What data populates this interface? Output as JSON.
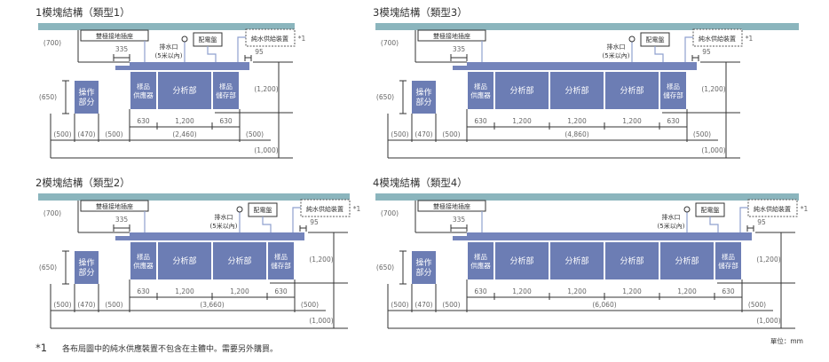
{
  "labels": {
    "h700": "(700)",
    "outlet": "雙極接地插座",
    "d335": "335",
    "drain": "排水口",
    "drain_note": "(5米以內)",
    "power": "配電盤",
    "water": "純水供給裝置",
    "note_mark": "*1",
    "d95": "95",
    "h650": "(650)",
    "h1200": "(1,200)",
    "h1000": "(1,000)",
    "operator": [
      "操作",
      "部分"
    ],
    "w500": "(500)",
    "w470": "(470)"
  },
  "modules": {
    "sampler": {
      "lines": [
        "樣品",
        "供應器"
      ],
      "dim": "630"
    },
    "analyzer": {
      "lines": [
        "分析部"
      ],
      "dim": "1,200"
    },
    "storage": {
      "lines": [
        "樣品",
        "儲存部"
      ],
      "dim": "630"
    }
  },
  "panels": [
    {
      "title": "1模塊結構（類型1）",
      "analyzers": 1,
      "total": "(2,460)"
    },
    {
      "title": "3模塊結構（類型3）",
      "analyzers": 3,
      "total": "(4,860)"
    },
    {
      "title": "2模塊結構（類型2）",
      "analyzers": 2,
      "total": "(3,660)"
    },
    {
      "title": "4模塊結構（類型4）",
      "analyzers": 4,
      "total": "(6,060)"
    }
  ],
  "footnote": {
    "mark": "*1",
    "text": "各布局圖中的純水供應裝置不包含在主體中。需要另外購買。"
  },
  "unit": "單位：mm",
  "colors": {
    "teal": "#8bb5bd",
    "module": "#6c7db4",
    "strip": "#7484bb",
    "line": "#8fa1cf"
  }
}
